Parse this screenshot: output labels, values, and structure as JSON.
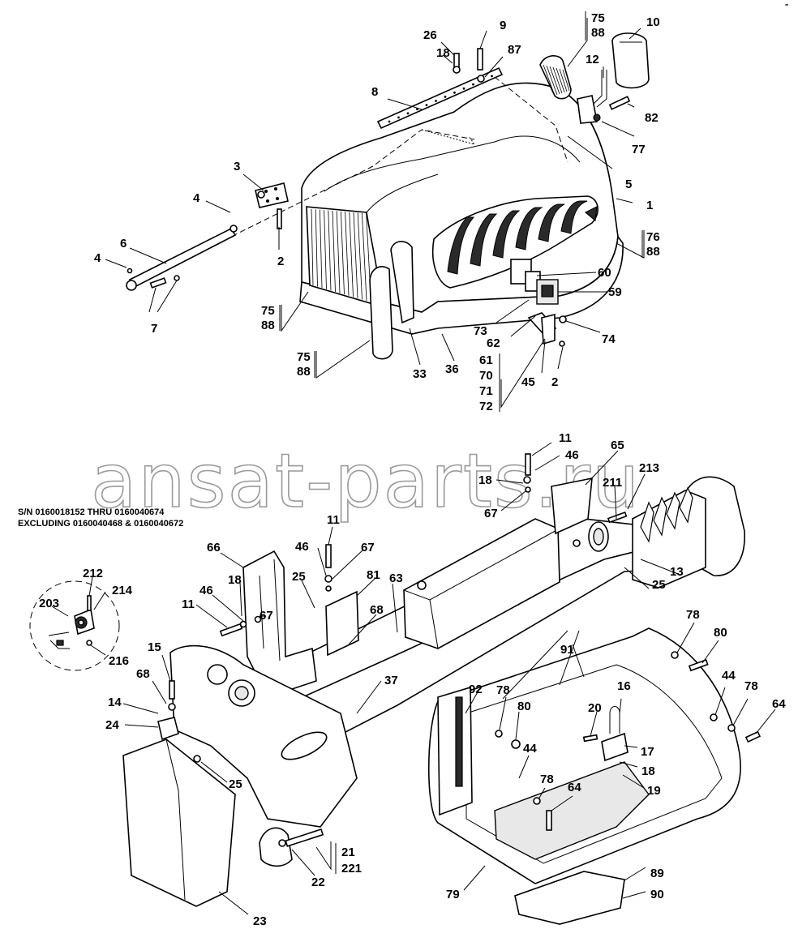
{
  "watermark": "ansat-parts.ru",
  "serial_note": {
    "line1": "S/N 0160018152 THRU 0160040674",
    "line2": "EXCLUDING 0160040468 & 0160040672"
  },
  "callouts": [
    {
      "id": "c26",
      "text": "26"
    },
    {
      "id": "c9",
      "text": "9"
    },
    {
      "id": "c18a",
      "text": "18"
    },
    {
      "id": "c87",
      "text": "87"
    },
    {
      "id": "c8",
      "text": "8"
    },
    {
      "id": "c75a",
      "text": "75"
    },
    {
      "id": "c88a",
      "text": "88"
    },
    {
      "id": "c10",
      "text": "10"
    },
    {
      "id": "c12",
      "text": "12"
    },
    {
      "id": "c82",
      "text": "82"
    },
    {
      "id": "c77",
      "text": "77"
    },
    {
      "id": "c5",
      "text": "5"
    },
    {
      "id": "c1",
      "text": "1"
    },
    {
      "id": "c76",
      "text": "76"
    },
    {
      "id": "c88b",
      "text": "88"
    },
    {
      "id": "c3",
      "text": "3"
    },
    {
      "id": "c4a",
      "text": "4"
    },
    {
      "id": "c6",
      "text": "6"
    },
    {
      "id": "c4b",
      "text": "4"
    },
    {
      "id": "c7",
      "text": "7"
    },
    {
      "id": "c2a",
      "text": "2"
    },
    {
      "id": "c75b",
      "text": "75"
    },
    {
      "id": "c88c",
      "text": "88"
    },
    {
      "id": "c75c",
      "text": "75"
    },
    {
      "id": "c88d",
      "text": "88"
    },
    {
      "id": "c33",
      "text": "33"
    },
    {
      "id": "c36",
      "text": "36"
    },
    {
      "id": "c60",
      "text": "60"
    },
    {
      "id": "c59",
      "text": "59"
    },
    {
      "id": "c73",
      "text": "73"
    },
    {
      "id": "c62",
      "text": "62"
    },
    {
      "id": "c74",
      "text": "74"
    },
    {
      "id": "c61",
      "text": "61"
    },
    {
      "id": "c70",
      "text": "70"
    },
    {
      "id": "c71",
      "text": "71"
    },
    {
      "id": "c72",
      "text": "72"
    },
    {
      "id": "c45",
      "text": "45"
    },
    {
      "id": "c2b",
      "text": "2"
    },
    {
      "id": "c11a",
      "text": "11"
    },
    {
      "id": "c46a",
      "text": "46"
    },
    {
      "id": "c65",
      "text": "65"
    },
    {
      "id": "c18b",
      "text": "18"
    },
    {
      "id": "c67a",
      "text": "67"
    },
    {
      "id": "c211",
      "text": "211"
    },
    {
      "id": "c213",
      "text": "213"
    },
    {
      "id": "c11b",
      "text": "11"
    },
    {
      "id": "c46b",
      "text": "46"
    },
    {
      "id": "c67b",
      "text": "67"
    },
    {
      "id": "c66",
      "text": "66"
    },
    {
      "id": "c25a",
      "text": "25"
    },
    {
      "id": "c81",
      "text": "81"
    },
    {
      "id": "c63",
      "text": "63"
    },
    {
      "id": "c18c",
      "text": "18"
    },
    {
      "id": "c46c",
      "text": "46"
    },
    {
      "id": "c11c",
      "text": "11"
    },
    {
      "id": "c67c",
      "text": "67"
    },
    {
      "id": "c68a",
      "text": "68"
    },
    {
      "id": "c13",
      "text": "13"
    },
    {
      "id": "c25b",
      "text": "25"
    },
    {
      "id": "c212",
      "text": "212"
    },
    {
      "id": "c214",
      "text": "214"
    },
    {
      "id": "c203",
      "text": "203"
    },
    {
      "id": "c216",
      "text": "216"
    },
    {
      "id": "c15",
      "text": "15"
    },
    {
      "id": "c68b",
      "text": "68"
    },
    {
      "id": "c37",
      "text": "37"
    },
    {
      "id": "c14",
      "text": "14"
    },
    {
      "id": "c24",
      "text": "24"
    },
    {
      "id": "c25c",
      "text": "25"
    },
    {
      "id": "c78a",
      "text": "78"
    },
    {
      "id": "c80a",
      "text": "80"
    },
    {
      "id": "c91",
      "text": "91"
    },
    {
      "id": "c92",
      "text": "92"
    },
    {
      "id": "c78b",
      "text": "78"
    },
    {
      "id": "c80b",
      "text": "80"
    },
    {
      "id": "c44a",
      "text": "44"
    },
    {
      "id": "c16",
      "text": "16"
    },
    {
      "id": "c20",
      "text": "20"
    },
    {
      "id": "c17",
      "text": "17"
    },
    {
      "id": "c44b",
      "text": "44"
    },
    {
      "id": "c78c",
      "text": "78"
    },
    {
      "id": "c64a",
      "text": "64"
    },
    {
      "id": "c18d",
      "text": "18"
    },
    {
      "id": "c19",
      "text": "19"
    },
    {
      "id": "c78d",
      "text": "78"
    },
    {
      "id": "c64b",
      "text": "64"
    },
    {
      "id": "c21",
      "text": "21"
    },
    {
      "id": "c221",
      "text": "221"
    },
    {
      "id": "c22",
      "text": "22"
    },
    {
      "id": "c23",
      "text": "23"
    },
    {
      "id": "c79",
      "text": "79"
    },
    {
      "id": "c89",
      "text": "89"
    },
    {
      "id": "c90",
      "text": "90"
    }
  ]
}
